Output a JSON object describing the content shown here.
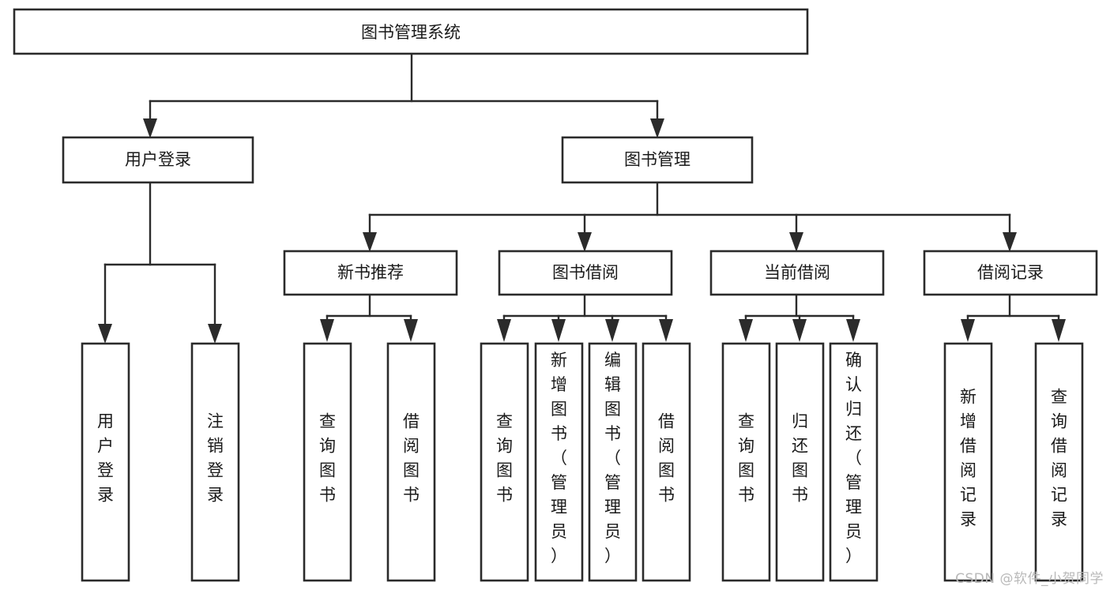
{
  "diagram": {
    "type": "tree-hierarchy-chart",
    "title": "图书管理系统",
    "watermark": "CSDN @软件_小贺同学",
    "colors": {
      "stroke": "#2b2b2b",
      "box_fill": "#ffffff",
      "text": "#1a1a1a",
      "background": "#ffffff",
      "watermark": "#b9b9b9"
    },
    "levels": [
      {
        "level": 1,
        "nodes": [
          {
            "id": "root",
            "label": "图书管理系统",
            "orientation": "horizontal"
          }
        ]
      },
      {
        "level": 2,
        "nodes": [
          {
            "id": "user-login",
            "label": "用户登录",
            "orientation": "horizontal",
            "parent": "root"
          },
          {
            "id": "book-manage",
            "label": "图书管理",
            "orientation": "horizontal",
            "parent": "root"
          }
        ]
      },
      {
        "level": 3,
        "nodes": [
          {
            "id": "new-book-rec",
            "label": "新书推荐",
            "orientation": "horizontal",
            "parent": "book-manage"
          },
          {
            "id": "book-borrow",
            "label": "图书借阅",
            "orientation": "horizontal",
            "parent": "book-manage"
          },
          {
            "id": "current-borrow",
            "label": "当前借阅",
            "orientation": "horizontal",
            "parent": "book-manage"
          },
          {
            "id": "borrow-record",
            "label": "借阅记录",
            "orientation": "horizontal",
            "parent": "book-manage"
          }
        ]
      },
      {
        "level": 4,
        "nodes": [
          {
            "id": "leaf-user-login",
            "label": "用户登录",
            "orientation": "vertical",
            "parent": "user-login"
          },
          {
            "id": "leaf-logout-login",
            "label": "注销登录",
            "orientation": "vertical",
            "parent": "user-login"
          },
          {
            "id": "leaf-query-book-1",
            "label": "查询图书",
            "orientation": "vertical",
            "parent": "new-book-rec"
          },
          {
            "id": "leaf-borrow-book-1",
            "label": "借阅图书",
            "orientation": "vertical",
            "parent": "new-book-rec"
          },
          {
            "id": "leaf-query-book-2",
            "label": "查询图书",
            "orientation": "vertical",
            "parent": "book-borrow"
          },
          {
            "id": "leaf-add-book",
            "label": "新增图书（管理员）",
            "orientation": "vertical",
            "parent": "book-borrow"
          },
          {
            "id": "leaf-edit-book",
            "label": "编辑图书（管理员）",
            "orientation": "vertical",
            "parent": "book-borrow"
          },
          {
            "id": "leaf-borrow-book-2",
            "label": "借阅图书",
            "orientation": "vertical",
            "parent": "book-borrow"
          },
          {
            "id": "leaf-query-book-3",
            "label": "查询图书",
            "orientation": "vertical",
            "parent": "current-borrow"
          },
          {
            "id": "leaf-return-book",
            "label": "归还图书",
            "orientation": "vertical",
            "parent": "current-borrow"
          },
          {
            "id": "leaf-confirm-return",
            "label": "确认归还（管理员）",
            "orientation": "vertical",
            "parent": "current-borrow"
          },
          {
            "id": "leaf-add-record",
            "label": "新增借阅记录",
            "orientation": "vertical",
            "parent": "borrow-record"
          },
          {
            "id": "leaf-query-record",
            "label": "查询借阅记录",
            "orientation": "vertical",
            "parent": "borrow-record"
          }
        ]
      }
    ]
  },
  "chart_data": {
    "type": "table",
    "title": "图书管理系统",
    "structure": "hierarchy",
    "nodes": [
      {
        "label": "图书管理系统",
        "depth": 0,
        "children": [
          "用户登录",
          "图书管理"
        ]
      },
      {
        "label": "用户登录",
        "depth": 1,
        "children": [
          "用户登录",
          "注销登录"
        ]
      },
      {
        "label": "图书管理",
        "depth": 1,
        "children": [
          "新书推荐",
          "图书借阅",
          "当前借阅",
          "借阅记录"
        ]
      },
      {
        "label": "新书推荐",
        "depth": 2,
        "children": [
          "查询图书",
          "借阅图书"
        ]
      },
      {
        "label": "图书借阅",
        "depth": 2,
        "children": [
          "查询图书",
          "新增图书（管理员）",
          "编辑图书（管理员）",
          "借阅图书"
        ]
      },
      {
        "label": "当前借阅",
        "depth": 2,
        "children": [
          "查询图书",
          "归还图书",
          "确认归还（管理员）"
        ]
      },
      {
        "label": "借阅记录",
        "depth": 2,
        "children": [
          "新增借阅记录",
          "查询借阅记录"
        ]
      }
    ]
  }
}
